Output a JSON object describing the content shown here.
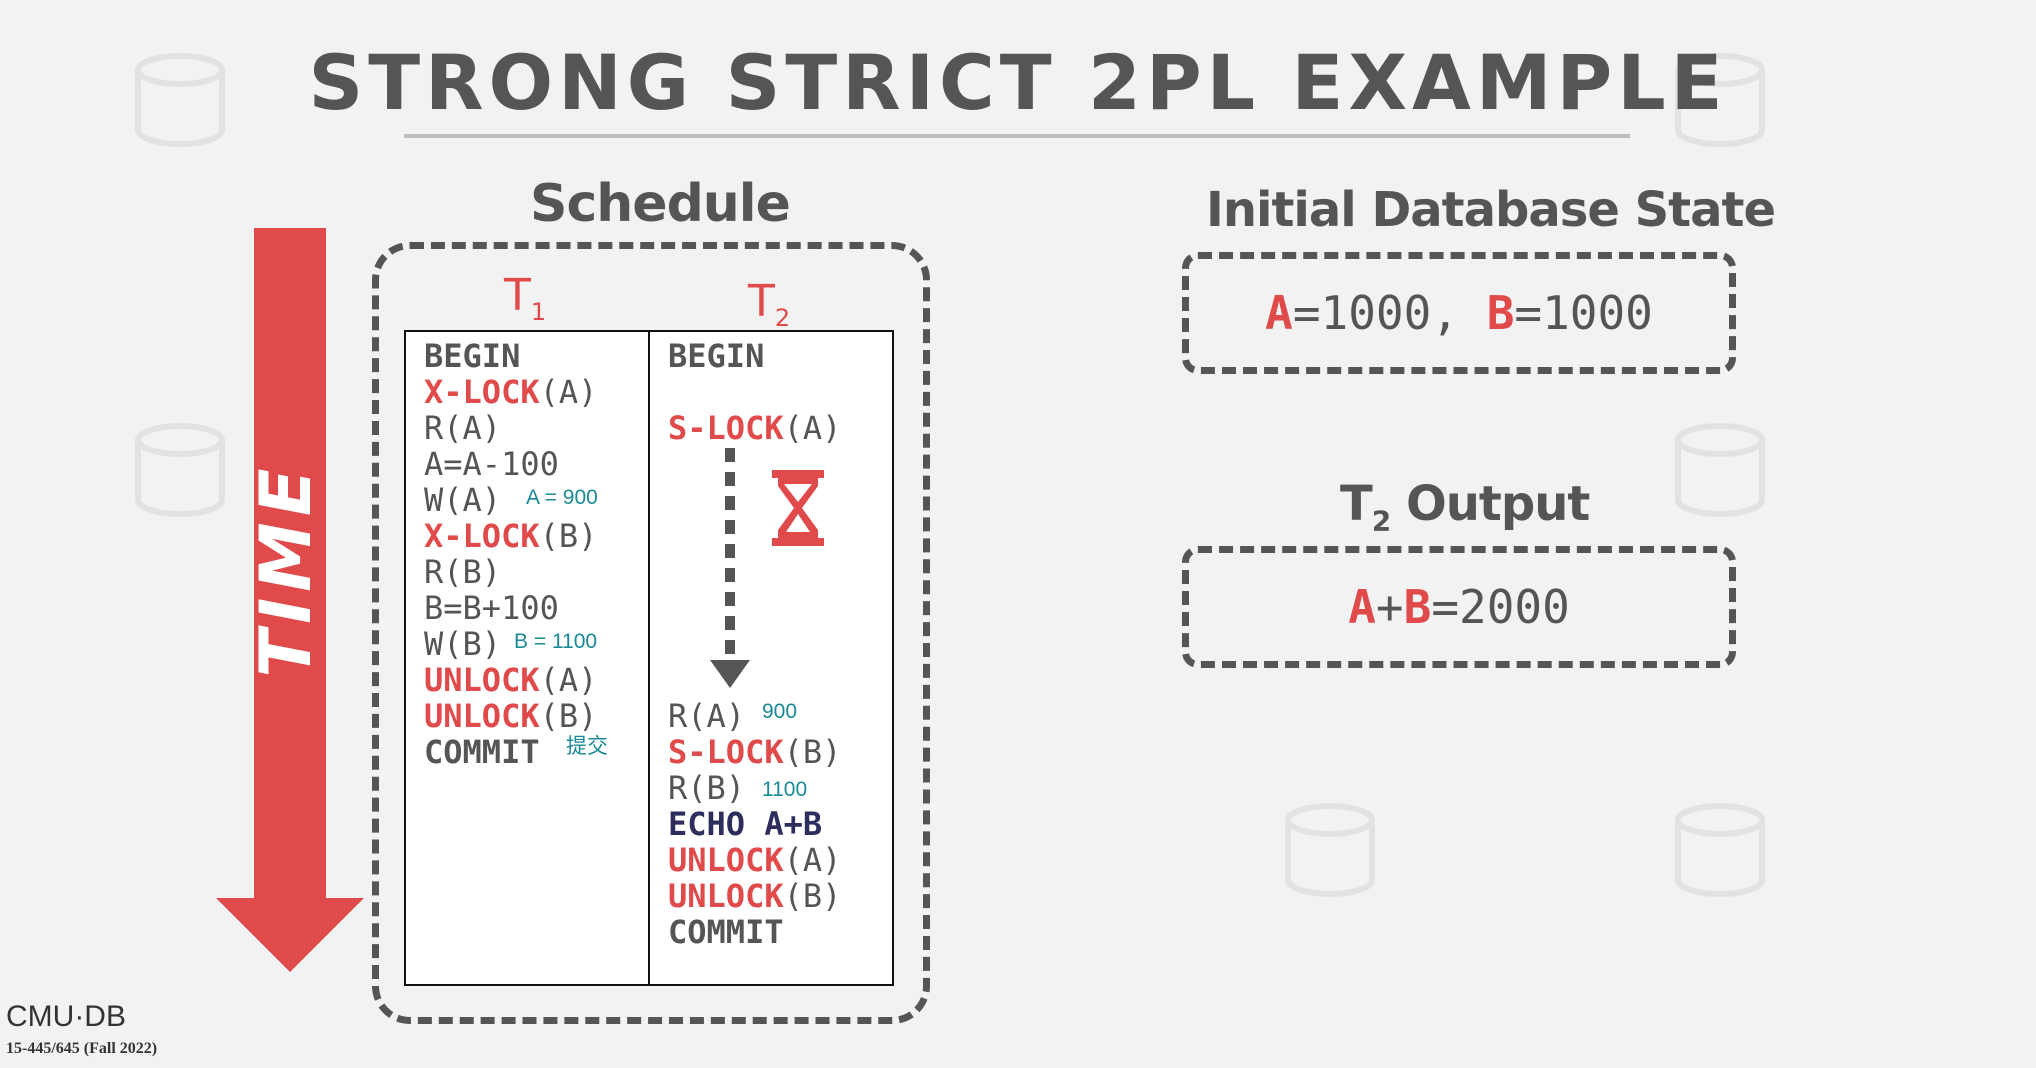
{
  "slide": {
    "title": "STRONG STRICT 2PL EXAMPLE",
    "time_label": "TIME",
    "footer": {
      "logo": "CMU·DB",
      "course": "15-445/645 (Fall 2022)"
    }
  },
  "schedule": {
    "heading": "Schedule",
    "t1": {
      "name": "T",
      "sub": "1"
    },
    "t2": {
      "name": "T",
      "sub": "2"
    },
    "t1_ops": {
      "begin": "BEGIN",
      "xlock_a_kw": "X-LOCK",
      "xlock_a_arg": "(A)",
      "read_a": "R(A)",
      "assign_a": "A=A-100",
      "write_a": "W(A)",
      "xlock_b_kw": "X-LOCK",
      "xlock_b_arg": "(B)",
      "read_b": "R(B)",
      "assign_b": "B=B+100",
      "write_b": "W(B)",
      "unlock_a_kw": "UNLOCK",
      "unlock_a_arg": "(A)",
      "unlock_b_kw": "UNLOCK",
      "unlock_b_arg": "(B)",
      "commit": "COMMIT"
    },
    "t1_notes": {
      "write_a": "A = 900",
      "write_b": "B = 1100",
      "commit": "提交"
    },
    "t2_ops": {
      "begin": "BEGIN",
      "slock_a_kw": "S-LOCK",
      "slock_a_arg": "(A)",
      "read_a": "R(A)",
      "slock_b_kw": "S-LOCK",
      "slock_b_arg": "(B)",
      "read_b": "R(B)",
      "echo": "ECHO A+B",
      "unlock_a_kw": "UNLOCK",
      "unlock_a_arg": "(A)",
      "unlock_b_kw": "UNLOCK",
      "unlock_b_arg": "(B)",
      "commit": "COMMIT"
    },
    "t2_notes": {
      "read_a": "900",
      "read_b": "1100"
    }
  },
  "initial_state": {
    "heading": "Initial Database State",
    "a_name": "A",
    "a_value": "=1000,",
    "b_name": "B",
    "b_value": "=1000"
  },
  "output": {
    "heading": "T",
    "heading_sub": "2",
    "heading_rest": " Output",
    "a_name": "A",
    "plus": "+",
    "b_name": "B",
    "value": "=2000"
  },
  "colors": {
    "accent_red": "#e04a4a",
    "note_teal": "#1a8a95",
    "dark_gray": "#555555",
    "navy": "#2e2e5e"
  }
}
